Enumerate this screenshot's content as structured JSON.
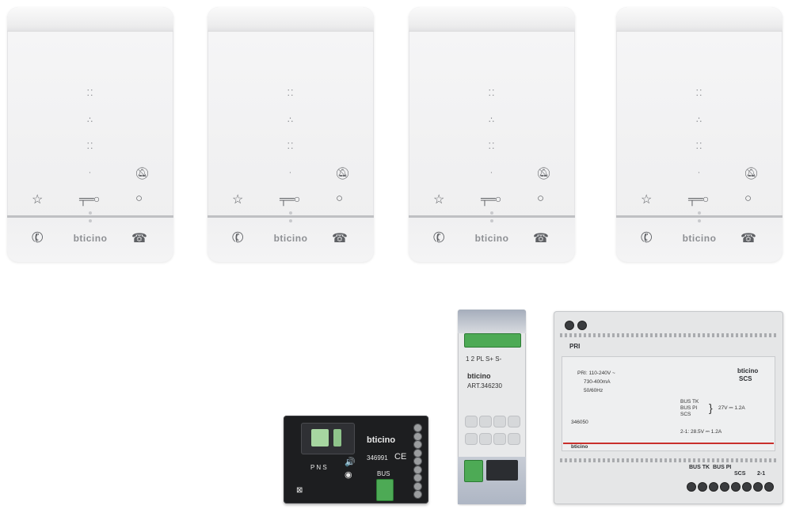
{
  "brand": "bticino",
  "phones": [
    {
      "id": 1
    },
    {
      "id": 2
    },
    {
      "id": 3
    },
    {
      "id": 4
    }
  ],
  "interface_module": {
    "brand": "bticino",
    "code": "346991",
    "ce_mark": "CE",
    "terminal_labels": "P N S",
    "bus_label": "BUS"
  },
  "din_module": {
    "brand": "bticino",
    "terminals": "1  2  PL  S+  S-",
    "article": "ART.346230"
  },
  "power_supply": {
    "pri_label": "PRI",
    "brand": "bticino",
    "system": "SCS",
    "spec_1": "PRI: 110-240V ~",
    "spec_2": "730-400mA",
    "spec_3": "50/60Hz",
    "out_1": "BUS TK",
    "out_2": "BUS PI",
    "out_3": "SCS",
    "out_rating": "27V ⎓ 1.2A",
    "out_4": "2-1: 28.5V ⎓ 1.2A",
    "code": "346050",
    "bottom_labels": [
      "BUS TK",
      "BUS PI",
      "SCS",
      "2-1"
    ]
  }
}
